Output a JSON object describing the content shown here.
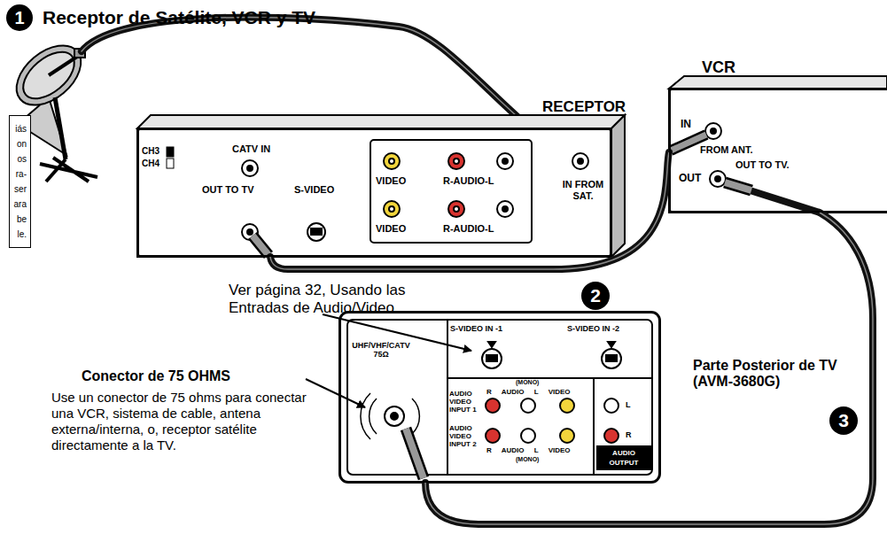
{
  "diagram": {
    "title": "Receptor de Satélite, VCR y TV",
    "nodes": [
      {
        "text": [
          "RECEPTOR"
        ]
      },
      {
        "text": [
          "VCR"
        ]
      },
      {
        "text": [
          "iás on os ra- ser ara be le."
        ]
      },
      {
        "text": [
          "Parte Posterior de TV (AVM-3680G)"
        ]
      }
    ],
    "edges": [
      {
        "from": 0,
        "to": 1,
        "arrow": "none"
      },
      {
        "from": 1,
        "to": 3,
        "arrow": "none"
      }
    ],
    "labels": [
      "1",
      "CH3",
      "CH4",
      "CATV IN",
      "OUT TO TV",
      "S-VIDEO",
      "VIDEO",
      "R-AUDIO-L",
      "VIDEO",
      "R-AUDIO-L",
      "IN FROM SAT.",
      "IN",
      "FROM ANT.",
      "OUT",
      "OUT TO TV.",
      "2",
      "Ver página 32, Usando las Entradas de Audio/Video.",
      "Conector de 75 OHMS",
      "Use un conector de 75 ohms para conectar una VCR, sistema de cable, antena externa/interna, o, receptor satélite directamente a la TV.",
      "UHF/VHF/CATV 75Ω",
      "S-VIDEO IN -1",
      "S-VIDEO IN -2",
      "AUDIO VIDEO INPUT 1",
      "R AUDIO L VIDEO",
      "(MONO)",
      "AUDIO VIDEO INPUT 2",
      "R AUDIO L VIDEO",
      "(MONO)",
      "L",
      "R",
      "AUDIO OUTPUT",
      "3"
    ]
  }
}
